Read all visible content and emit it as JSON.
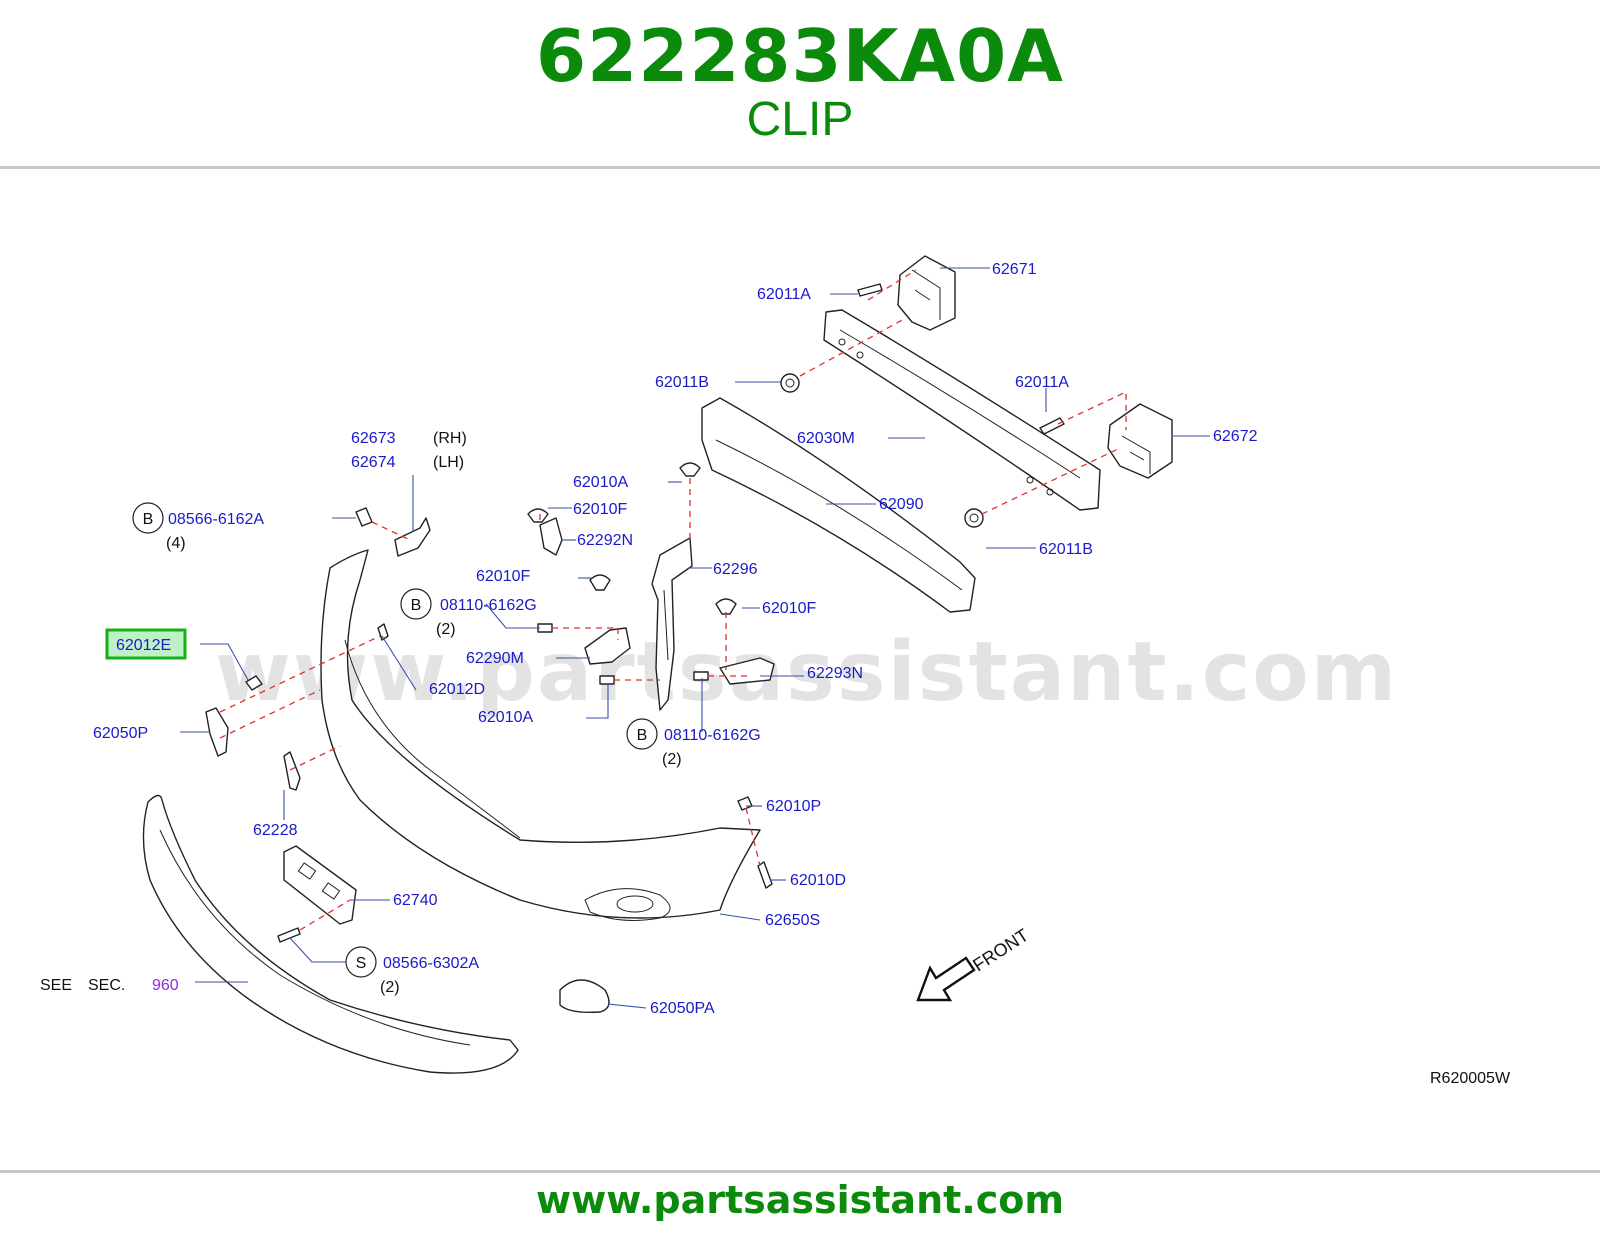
{
  "header": {
    "part_number": "622283KA0A",
    "part_name": "CLIP"
  },
  "footer": {
    "url": "www.partsassistant.com"
  },
  "watermark": "www.partsassistant.com",
  "colors": {
    "brand_green": "#0b8a0b",
    "label_blue": "#1a1ac8",
    "highlight_green": "#16b016",
    "highlight_fill": "#bff0c8",
    "leader_red": "#e03030",
    "purple_ref": "#8a2be2"
  },
  "labels": {
    "l62671": "62671",
    "l62011A_top": "62011A",
    "l62011B_left": "62011B",
    "l62011A_right": "62011A",
    "l62672": "62672",
    "l62030M": "62030M",
    "l62673": "62673",
    "rh": "(RH)",
    "l62674": "62674",
    "lh": "(LH)",
    "l62010A_top": "62010A",
    "l62010F_top": "62010F",
    "l62292N": "62292N",
    "l62090": "62090",
    "b_08566_6162A": "08566-6162A",
    "qty4": "(4)",
    "l62011B_right": "62011B",
    "l62296": "62296",
    "l62010F_mid": "62010F",
    "b_08110_6162G_top": "08110-6162G",
    "qty2_a": "(2)",
    "l62010F_right": "62010F",
    "l62012E": "62012E",
    "l62290M": "62290M",
    "l62293N": "62293N",
    "l62012D": "62012D",
    "l62010A_low": "62010A",
    "l62050P": "62050P",
    "b_08110_6162G_low": "08110-6162G",
    "qty2_b": "(2)",
    "l62010P": "62010P",
    "l62228": "62228",
    "l62010D": "62010D",
    "l62740": "62740",
    "l62650S": "62650S",
    "s_08566_6302A": "08566-6302A",
    "qty2_c": "(2)",
    "see": "SEE",
    "sec": "SEC.",
    "sec_ref": "960",
    "l62050PA": "62050PA",
    "front": "FRONT",
    "diagram_code": "R620005W",
    "b_marker": "B",
    "s_marker": "S"
  }
}
